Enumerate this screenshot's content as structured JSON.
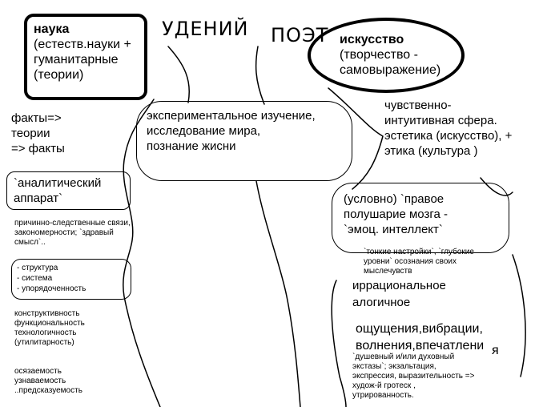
{
  "handwritten": {
    "left_word": "УДЕНИЙ",
    "right_word": "ПОЭТ"
  },
  "nauka": {
    "title": "наука",
    "desc": [
      "(естеств.науки +",
      "гуманитарные",
      "(теории)"
    ]
  },
  "iskusstvo": {
    "title": "искусство",
    "desc": [
      "(творчество -",
      "самовыражение)"
    ]
  },
  "center": [
    "экспериментальное изучение,",
    "исследование мира,",
    "познание жисни"
  ],
  "facts": [
    "факты=>",
    "теории",
    "=> факты"
  ],
  "analytic": [
    "`аналитический",
    "аппарат`"
  ],
  "causal": [
    "причинно-следственные связи,",
    "закономерности; `здравый",
    "смысл`.."
  ],
  "structure": [
    "- структура",
    "- система",
    "- упорядоченность"
  ],
  "constructive": [
    "конструктивность",
    "функциональность",
    "технологичность",
    "(утилитарность)"
  ],
  "cognizable": [
    "осязаемость",
    "узнаваемость",
    "..предсказуемость"
  ],
  "sensory": [
    "чувственно-",
    "интуитивная сфера.",
    "эстетика (искусство), +",
    "этика (культура )"
  ],
  "brain": [
    "(условно) `правое",
    "полушарие мозга -",
    "`эмоц. интеллект`"
  ],
  "fine_tuning": [
    "`тонкие настройки`, `глубокие",
    "уровни` осознания своих",
    "мыслечувств"
  ],
  "irrational": [
    "иррациональное",
    "алогичное"
  ],
  "sensations": [
    "ощущения,вибрации,",
    "волнения,впечатлени",
    "я"
  ],
  "ecstasy": [
    "`душевный и/или духовный",
    "экстазы`; экзальтация,",
    "экспрессия, выразительность =>",
    "худож-й гротеск ,",
    "утрированность."
  ]
}
